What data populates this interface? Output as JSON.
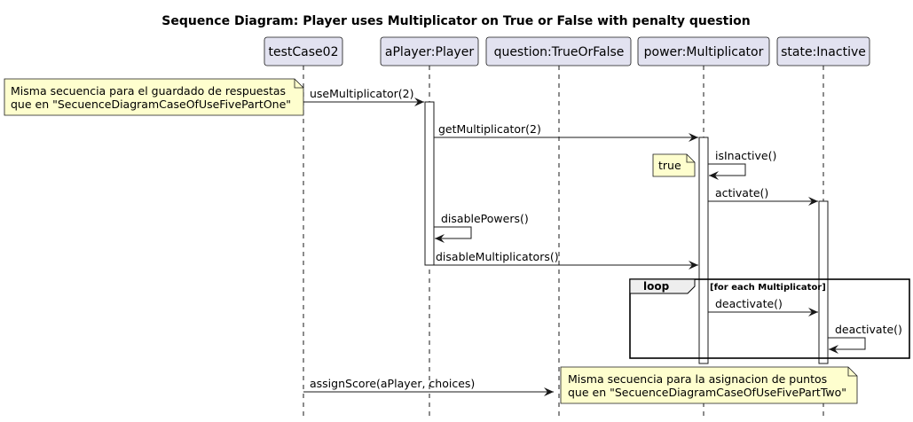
{
  "title": "Sequence Diagram: Player uses Multiplicator on True or False with penalty question",
  "participants": [
    {
      "id": "p1",
      "label": "testCase02"
    },
    {
      "id": "p2",
      "label": "aPlayer:Player"
    },
    {
      "id": "p3",
      "label": "question:TrueOrFalse"
    },
    {
      "id": "p4",
      "label": "power:Multiplicator"
    },
    {
      "id": "p5",
      "label": "state:Inactive"
    }
  ],
  "messages": [
    {
      "label": "useMultiplicator(2)"
    },
    {
      "label": "getMultiplicator(2)"
    },
    {
      "label": "isInactive()"
    },
    {
      "label": "activate()"
    },
    {
      "label": "disablePowers()"
    },
    {
      "label": "disableMultiplicators()"
    },
    {
      "label": "deactivate()"
    },
    {
      "label": "deactivate()"
    },
    {
      "label": "assignScore(aPlayer, choices)"
    }
  ],
  "notes": {
    "note1": {
      "line1": "Misma secuencia para el guardado de respuestas",
      "line2": "que en \"SecuenceDiagramCaseOfUseFivePartOne\""
    },
    "note2": {
      "line1": "true"
    },
    "note3": {
      "line1": "Misma secuencia para la asignacion de puntos",
      "line2": "que en \"SecuenceDiagramCaseOfUseFivePartTwo\""
    }
  },
  "loop": {
    "label": "loop",
    "guard": "[for each Multiplicator]"
  },
  "colors": {
    "participant_fill": "#e2e2f0",
    "participant_stroke": "#181818",
    "note_fill": "#fefece",
    "lifeline": "#181818"
  }
}
